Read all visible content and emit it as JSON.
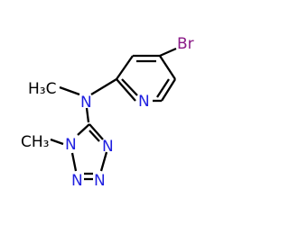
{
  "molecule": {
    "atoms": {
      "br": "Br",
      "n_pyridine": "N",
      "n_amine": "N",
      "methyl_left": "H₃C",
      "n1": "N",
      "n2": "N",
      "n3": "N",
      "n4": "N",
      "methyl_tetrazole": "CH₃"
    }
  },
  "colors": {
    "bond": "#000000",
    "nitrogen": "#1f1fe0",
    "bromine": "#8a1a87",
    "carbon_label": "#000000"
  }
}
